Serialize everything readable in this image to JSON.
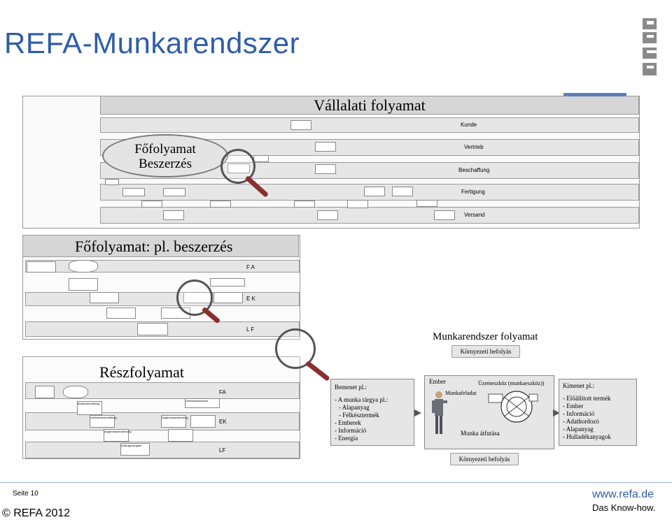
{
  "header": {
    "title": "REFA-Munkarendszer",
    "logo": "REFA"
  },
  "enterprise": {
    "title": "Vállalati folyamat",
    "lanes": [
      "Kunde",
      "Vertrieb",
      "Beschaffung",
      "Fertigung",
      "Versand"
    ],
    "callout": [
      "Főfolyamat",
      "Beszerzés"
    ]
  },
  "process_detail": {
    "title": "Főfolyamat: pl. beszerzés",
    "labels": [
      "F A",
      "E K",
      "L F"
    ]
  },
  "subprocess": {
    "title": "Részfolyamat",
    "labels": [
      "FA",
      "EK",
      "LF",
      "Lieferantennamen",
      "Bedarfsermittlung",
      "Lieferantenermittlung",
      "Angebotsauswertung",
      "Auftragsvergabe",
      "Angebotsanforderung"
    ]
  },
  "work_system": {
    "title": "Munkarendszer folyamat",
    "env_top": "Környezeti befolyás",
    "env_bottom": "Környezeti befolyás",
    "input_title": "Bemenet pl.:",
    "input_lines": [
      "- A munka tárgya pl.:",
      "- Alapanyag",
      "- Félkésztermék",
      "- Emberek",
      "- Információ",
      "- Energia"
    ],
    "human": "Ember",
    "task": "Munkafeladat",
    "resource": "Üzemeszköz (munkaeszköz))",
    "throughput": "Munka átfutása",
    "output_title": "Kimenet pl.:",
    "output_lines": [
      "- Előállított termék",
      "- Ember",
      "- Információ",
      "- Adathordozó",
      "- Alapanyag",
      "- Hulladékanyagok"
    ]
  },
  "footer": {
    "page": "Seite 10",
    "copyright": "© REFA 2012",
    "url": "www.refa.de",
    "slogan": "Das Know-how."
  },
  "colors": {
    "title_blue": "#2f5da8",
    "url_blue": "#2f5da8",
    "header_grey": "#d6d6d6"
  }
}
